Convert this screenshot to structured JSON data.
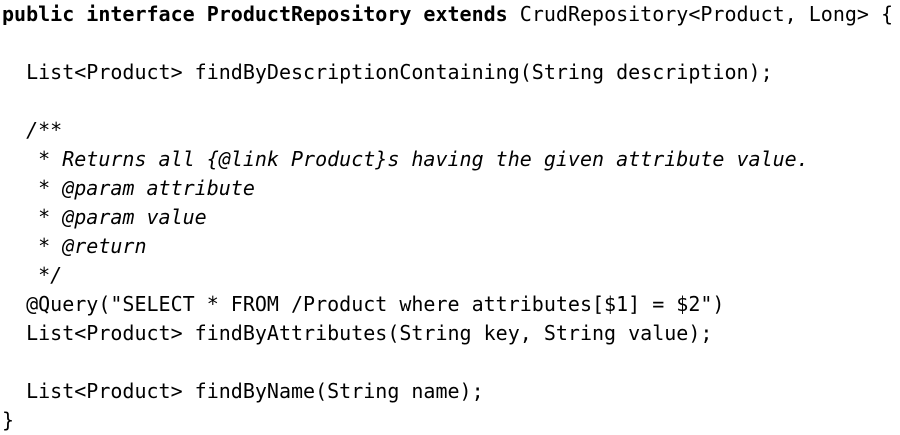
{
  "editor": {
    "language": "java",
    "background_color": "#ffffff",
    "text_color": "#000000",
    "lines": [
      {
        "segments": [
          {
            "text": "public interface ProductRepository extends",
            "style": "bold"
          },
          {
            "text": " CrudRepository<Product, Long> {",
            "style": "normal"
          }
        ]
      },
      {
        "segments": []
      },
      {
        "segments": [
          {
            "text": "  List<Product> findByDescriptionContaining(String description);",
            "style": "normal"
          }
        ]
      },
      {
        "segments": []
      },
      {
        "segments": [
          {
            "text": "  /**",
            "style": "italic"
          }
        ]
      },
      {
        "segments": [
          {
            "text": "   * Returns all {@link Product}s having the given attribute value.",
            "style": "italic"
          }
        ]
      },
      {
        "segments": [
          {
            "text": "   * @param attribute",
            "style": "italic"
          }
        ]
      },
      {
        "segments": [
          {
            "text": "   * @param value",
            "style": "italic"
          }
        ]
      },
      {
        "segments": [
          {
            "text": "   * @return",
            "style": "italic"
          }
        ]
      },
      {
        "segments": [
          {
            "text": "   */",
            "style": "italic"
          }
        ]
      },
      {
        "segments": [
          {
            "text": "  @Query(\"SELECT * FROM /Product where attributes[$1] = $2\")",
            "style": "normal"
          }
        ]
      },
      {
        "segments": [
          {
            "text": "  List<Product> findByAttributes(String key, String value);",
            "style": "normal"
          }
        ]
      },
      {
        "segments": []
      },
      {
        "segments": [
          {
            "text": "  List<Product> findByName(String name);",
            "style": "normal"
          }
        ]
      },
      {
        "segments": [
          {
            "text": "}",
            "style": "normal"
          }
        ]
      }
    ]
  }
}
